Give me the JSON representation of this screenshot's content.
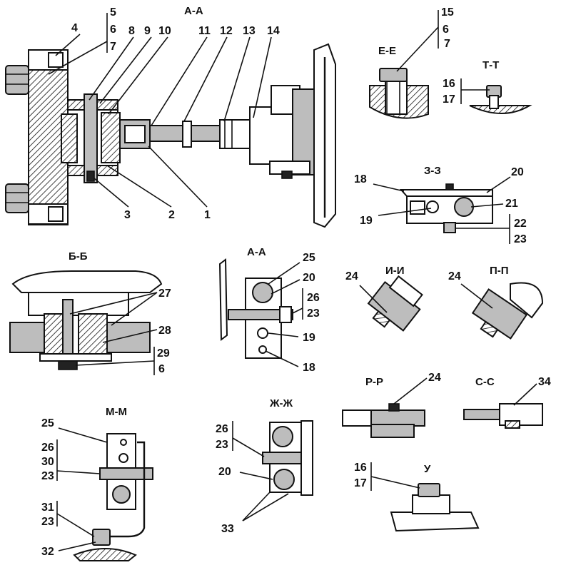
{
  "sections": {
    "aa_top": "А-А",
    "ee": "Е-Е",
    "tt": "Т-Т",
    "zz": "З-З",
    "bb": "Б-Б",
    "aa_mid": "А-А",
    "ii": "И-И",
    "pp": "П-П",
    "mm": "М-М",
    "zhzh": "Ж-Ж",
    "rr": "Р-Р",
    "ss": "С-С",
    "u": "У"
  },
  "callouts": {
    "c4": "4",
    "c5": "5",
    "c6a": "6",
    "c7a": "7",
    "c8": "8",
    "c9": "9",
    "c10": "10",
    "c11": "11",
    "c12": "12",
    "c13": "13",
    "c14": "14",
    "c3": "3",
    "c2": "2",
    "c1": "1",
    "c15": "15",
    "c6b": "6",
    "c7b": "7",
    "c16a": "16",
    "c17a": "17",
    "c18a": "18",
    "c20a": "20",
    "c19a": "19",
    "c21": "21",
    "c22": "22",
    "c23a": "23",
    "c27": "27",
    "c28": "28",
    "c29": "29",
    "c6c": "6",
    "c25a": "25",
    "c20b": "20",
    "c26a": "26",
    "c23b": "23",
    "c19b": "19",
    "c18b": "18",
    "c24a": "24",
    "c24b": "24",
    "c25b": "25",
    "c26b": "26",
    "c30": "30",
    "c23c": "23",
    "c31": "31",
    "c23d": "23",
    "c32": "32",
    "c26c": "26",
    "c23e": "23",
    "c20c": "20",
    "c33": "33",
    "c24c": "24",
    "c34": "34",
    "c16b": "16",
    "c17b": "17"
  }
}
